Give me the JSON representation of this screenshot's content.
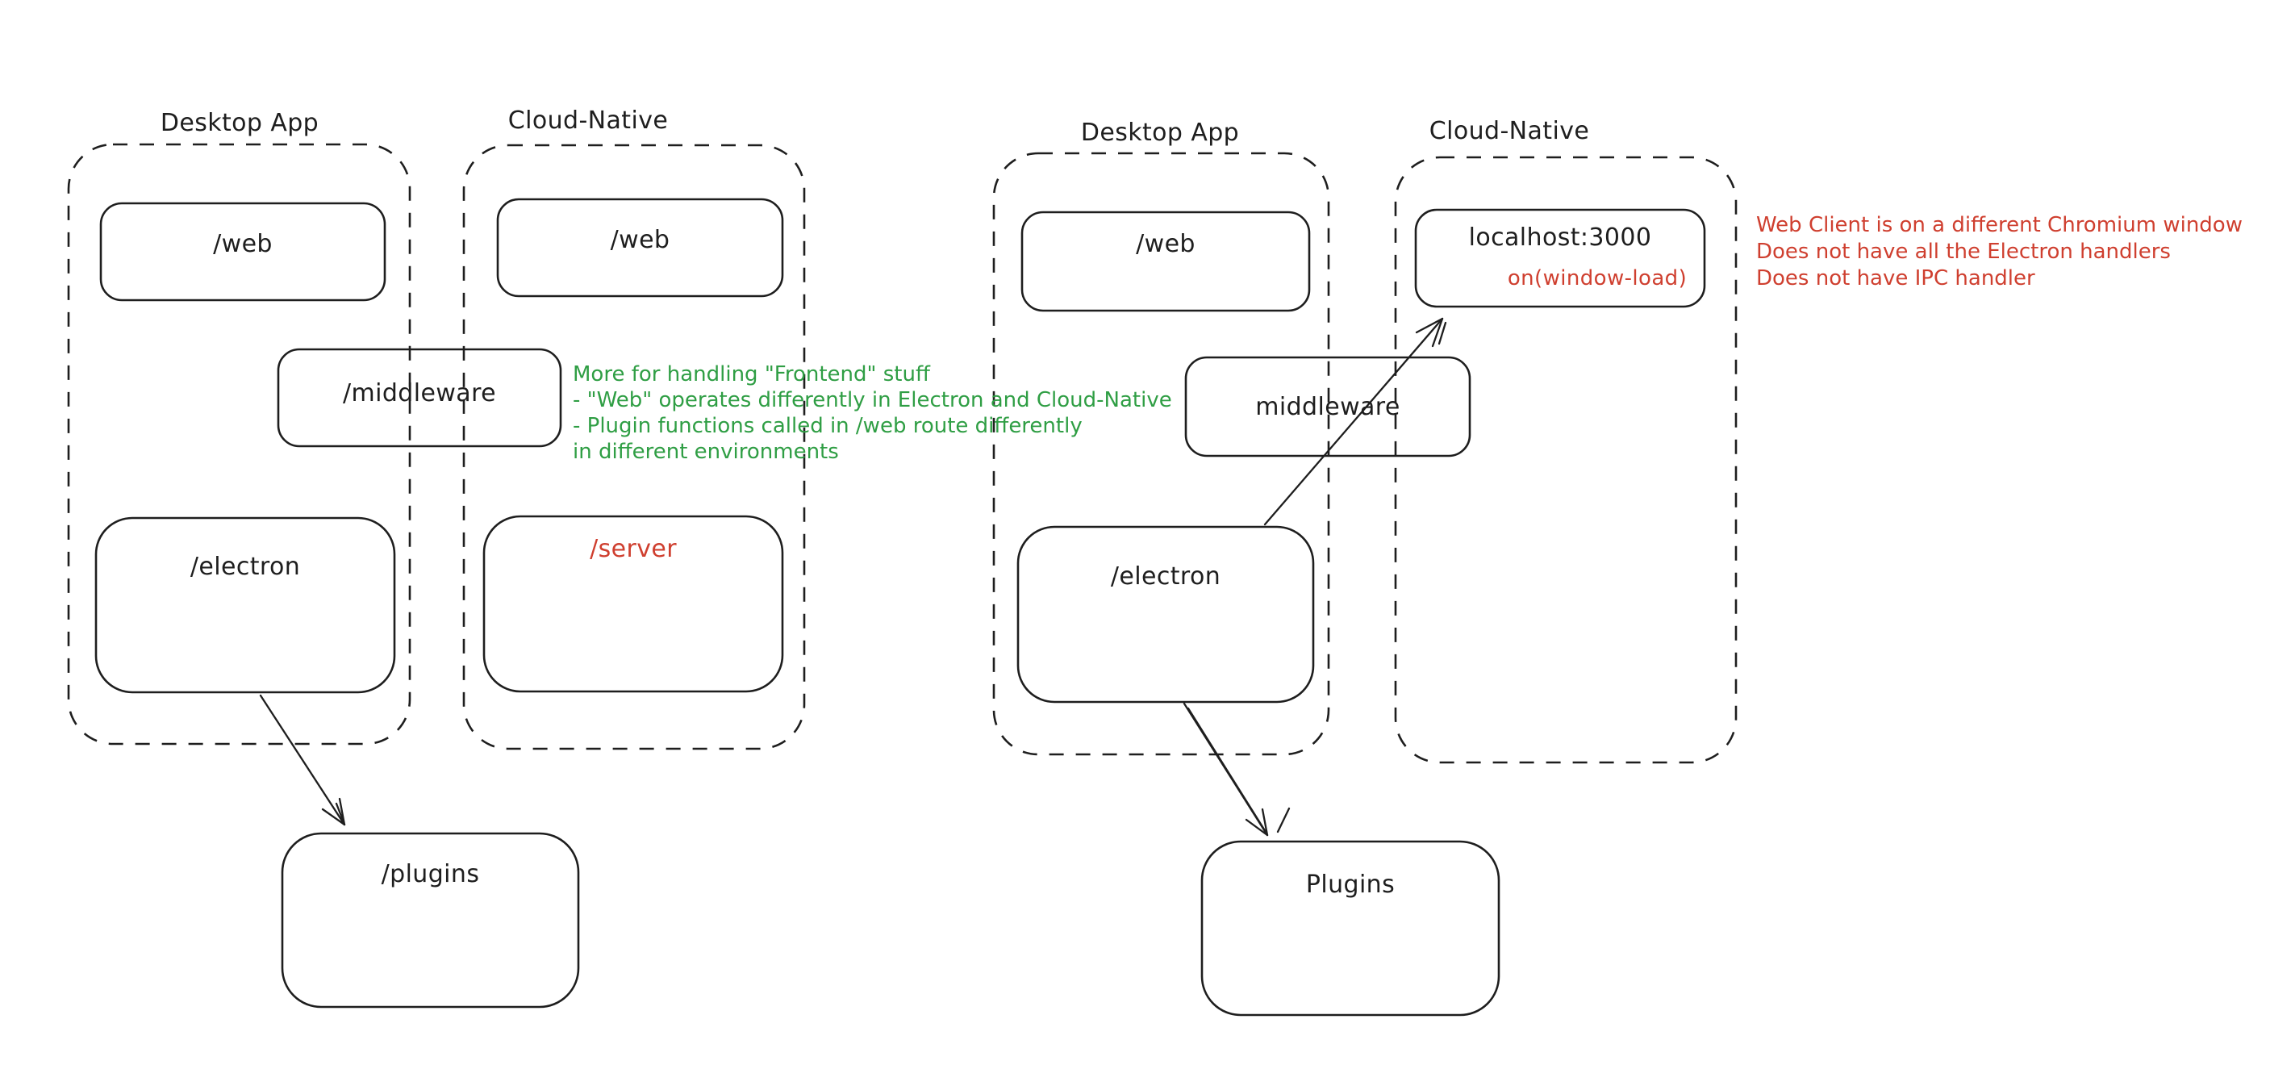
{
  "colors": {
    "ink": "#1e1e1e",
    "green": "#2f9e44",
    "red": "#cf3f2f",
    "background": "#ffffff"
  },
  "left": {
    "desktop": {
      "title": "Desktop App",
      "web": "/web",
      "electron": "/electron"
    },
    "cloud": {
      "title": "Cloud-Native",
      "web": "/web",
      "server": "/server"
    },
    "middleware": "/middleware",
    "plugins": "/plugins",
    "note": [
      "More for handling \"Frontend\" stuff",
      "- \"Web\" operates differently in Electron and Cloud-Native",
      "- Plugin functions called in /web route differently",
      "in different environments"
    ]
  },
  "right": {
    "desktop": {
      "title": "Desktop App",
      "web": "/web",
      "electron": "/electron"
    },
    "cloud": {
      "title": "Cloud-Native",
      "localhost": "localhost:3000",
      "window_load": "on(window-load)"
    },
    "middleware": "middleware",
    "plugins": "Plugins",
    "note": [
      "Web Client is on a different Chromium window",
      "Does not have all the Electron handlers",
      "Does not have IPC handler"
    ]
  }
}
